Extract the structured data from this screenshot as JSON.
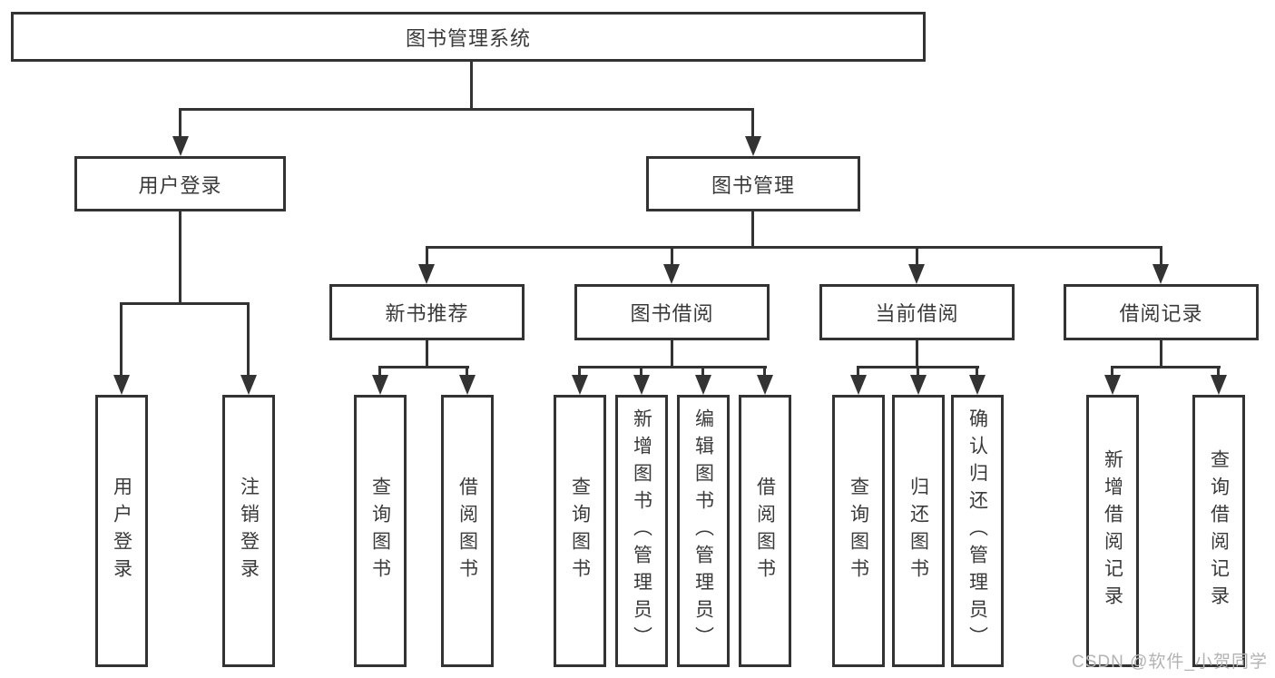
{
  "diagram": {
    "root": {
      "label": "图书管理系统"
    },
    "level2": [
      {
        "label": "用户登录"
      },
      {
        "label": "图书管理"
      }
    ],
    "level3": [
      {
        "label": "新书推荐"
      },
      {
        "label": "图书借阅"
      },
      {
        "label": "当前借阅"
      },
      {
        "label": "借阅记录"
      }
    ],
    "leaf_groups": [
      {
        "parent": "用户登录",
        "items": [
          {
            "label": "用户登录"
          },
          {
            "label": "注销登录"
          }
        ]
      },
      {
        "parent": "新书推荐",
        "items": [
          {
            "label": "查询图书"
          },
          {
            "label": "借阅图书"
          }
        ]
      },
      {
        "parent": "图书借阅",
        "items": [
          {
            "label": "查询图书"
          },
          {
            "label": "新增图书（管理员）"
          },
          {
            "label": "编辑图书（管理员）"
          },
          {
            "label": "借阅图书"
          }
        ]
      },
      {
        "parent": "当前借阅",
        "items": [
          {
            "label": "查询图书"
          },
          {
            "label": "归还图书"
          },
          {
            "label": "确认归还（管理员）"
          }
        ]
      },
      {
        "parent": "借阅记录",
        "items": [
          {
            "label": "新增借阅记录"
          },
          {
            "label": "查询借阅记录"
          }
        ]
      }
    ],
    "watermark": "CSDN @软件_小贺同学",
    "colors": {
      "line": "#333333",
      "text": "#3a3a3a",
      "watermark": "#b3b3b3",
      "background": "#ffffff"
    }
  }
}
